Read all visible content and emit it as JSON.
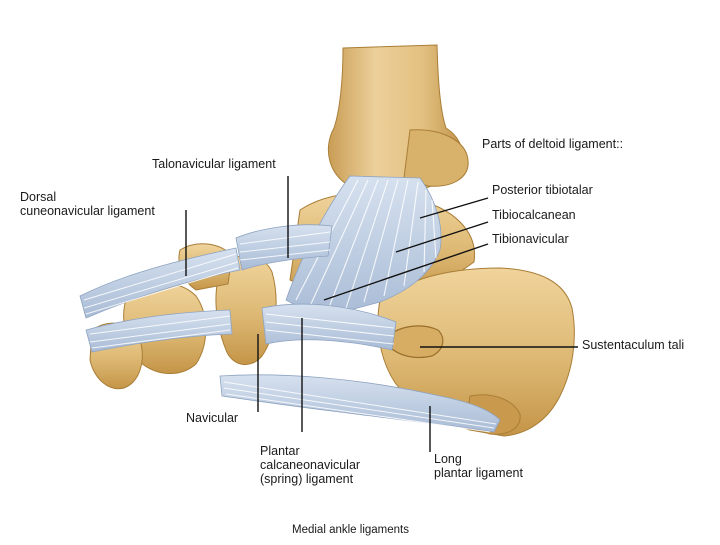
{
  "diagram": {
    "labels": {
      "talonavicular": "Talonavicular ligament",
      "dorsal_line1": "Dorsal",
      "dorsal_line2": "cuneonavicular ligament",
      "parts_header": "Parts of deltoid ligament::",
      "posterior_tibiotalar": "Posterior tibiotalar",
      "tibiocalcanean": "Tibiocalcanean",
      "tibionavicular": "Tibionavicular",
      "sustentaculum": "Sustentaculum tali",
      "navicular": "Navicular",
      "plantar_line1": "Plantar",
      "plantar_line2": "calcaneonavicular",
      "plantar_line3": "(spring) ligament",
      "long_line1": "Long",
      "long_line2": "plantar ligament"
    },
    "caption": "Medial ankle ligaments",
    "colors": {
      "bone": "#e0bd7c",
      "bone_shadow": "#b88a3e",
      "bone_highlight": "#f1d8a6",
      "ligament": "#c4d3e6",
      "ligament_line": "#ffffff",
      "ligament_shade": "#94a9c6",
      "leader_line": "#111111"
    }
  }
}
